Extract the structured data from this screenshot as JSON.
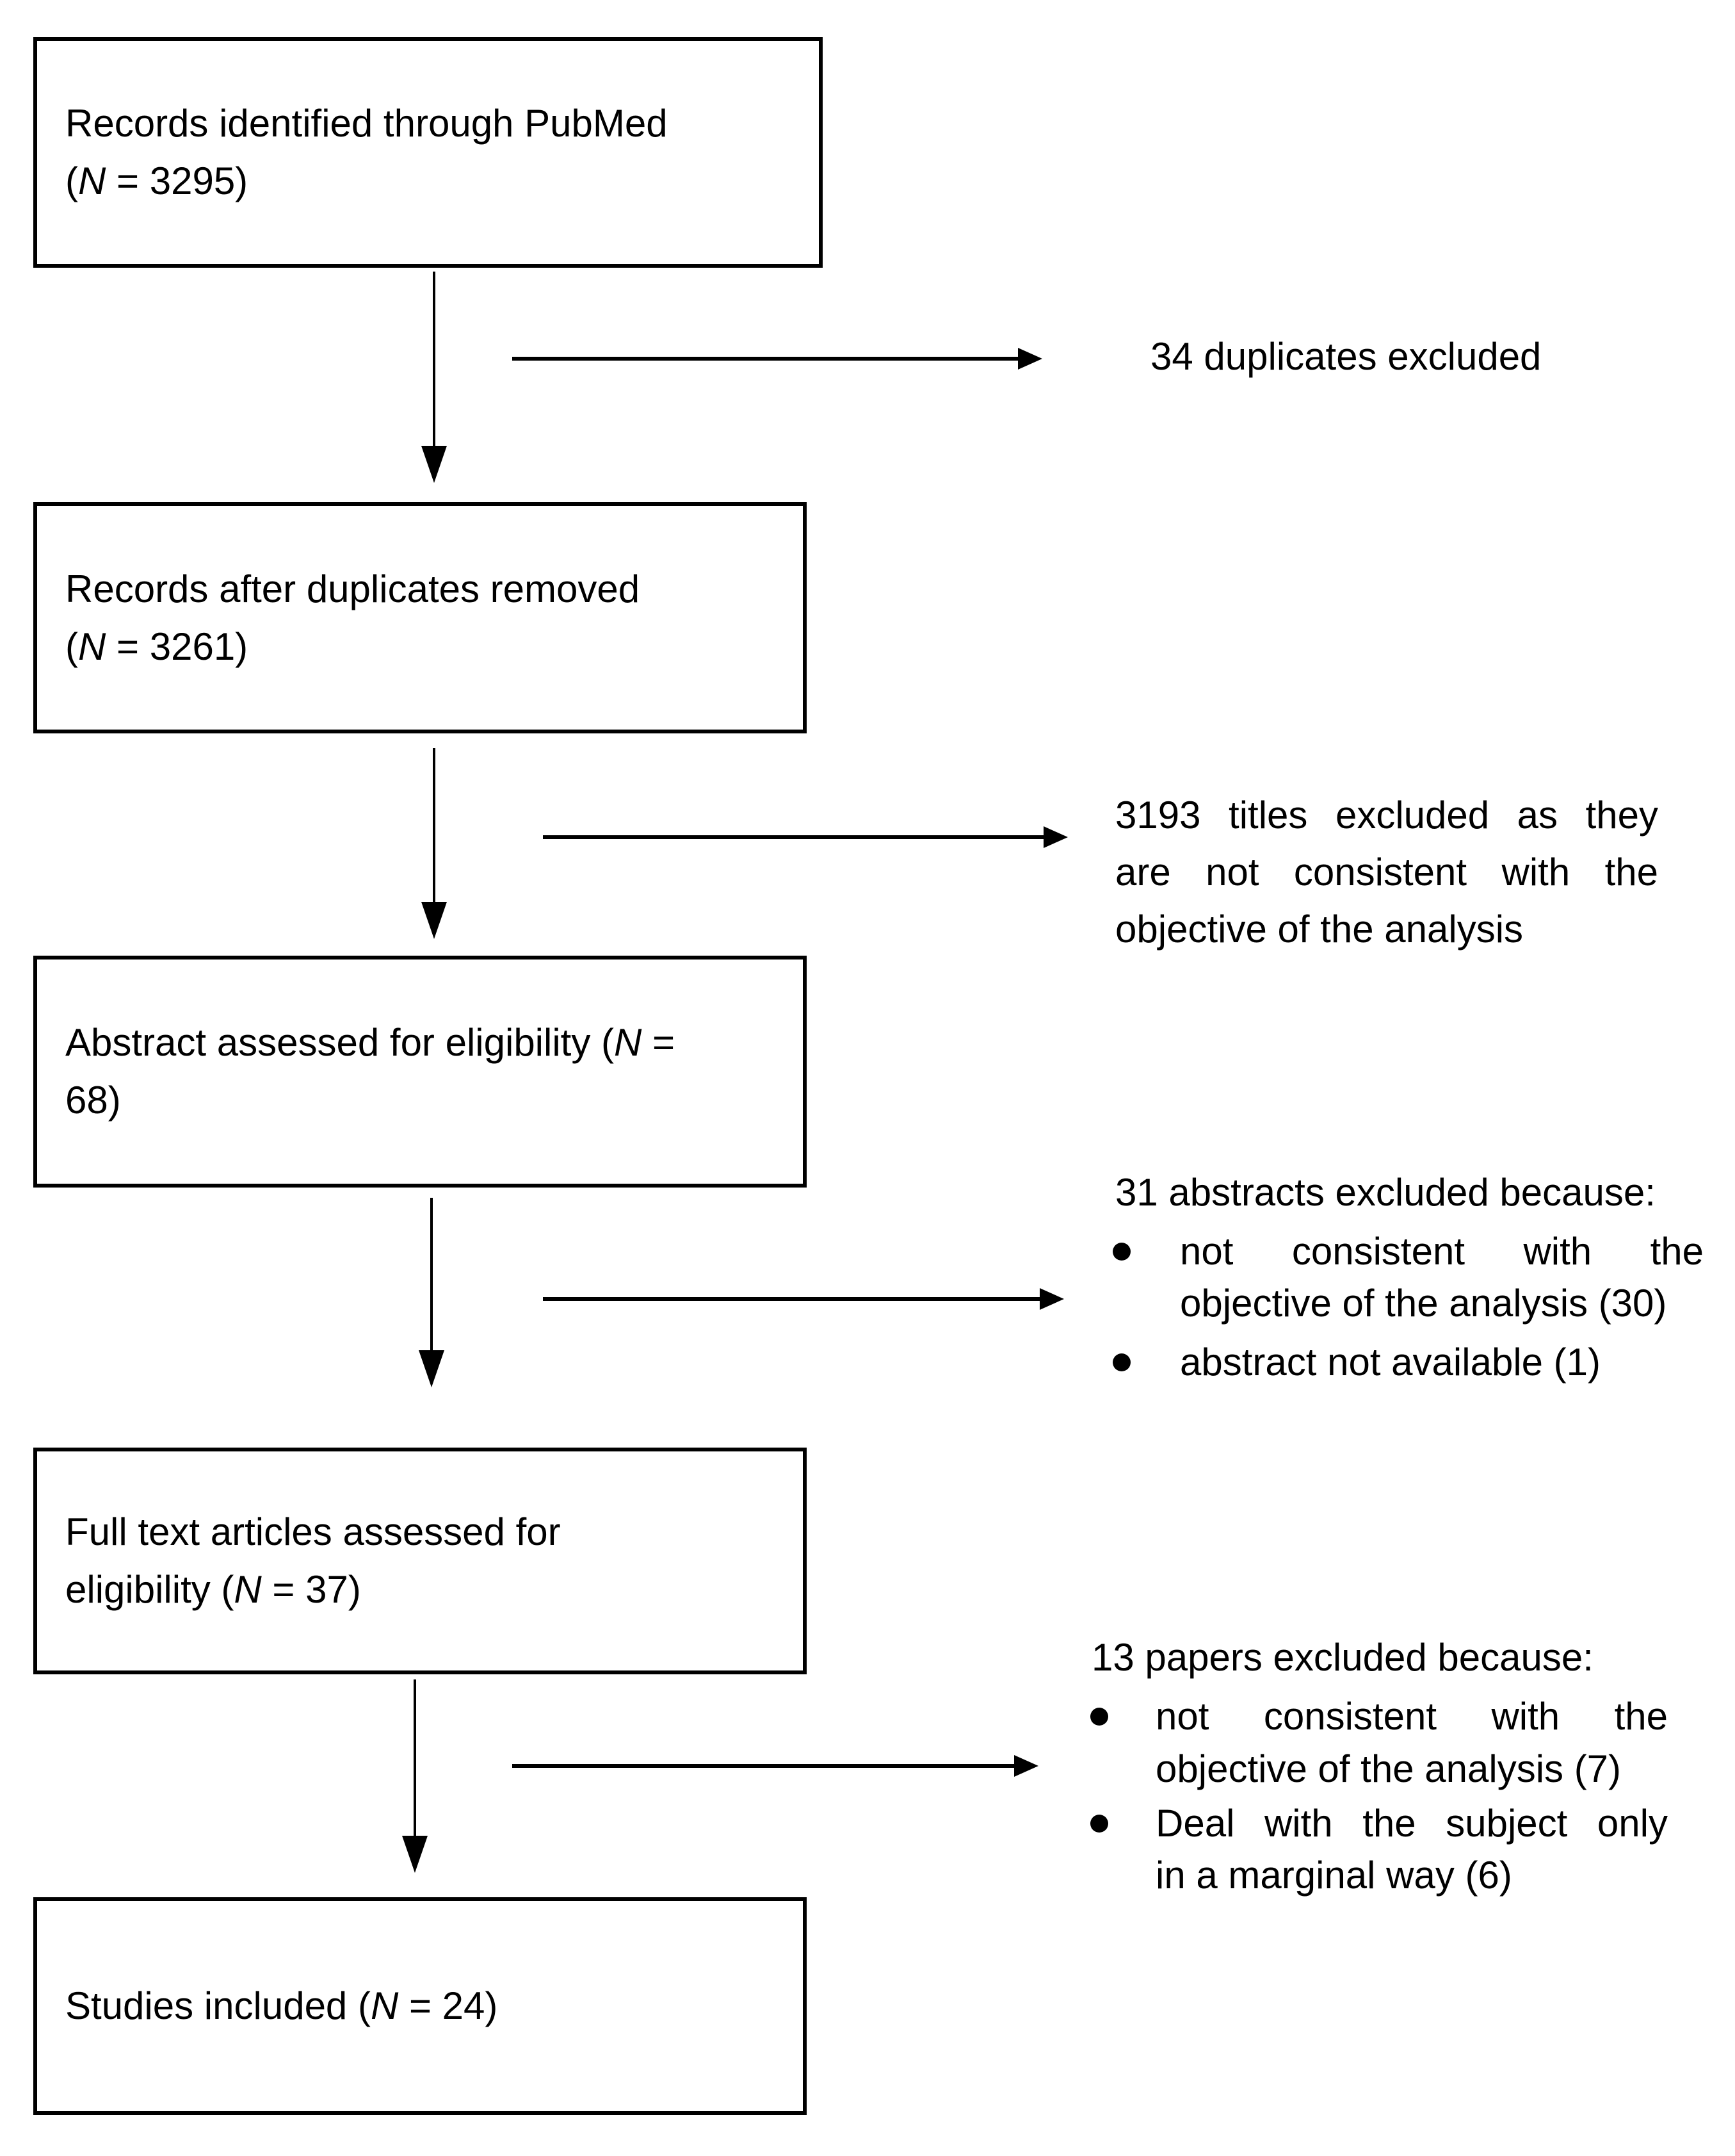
{
  "title": "PRISMA-style study selection flow diagram",
  "colors": {
    "ink": "#000000",
    "background": "#ffffff"
  },
  "boxes": [
    {
      "name": "records-identified",
      "lines": [
        [
          {
            "text": "Records identified through PubMed"
          }
        ],
        [
          {
            "text": "("
          },
          {
            "text": "N",
            "italic": true
          },
          {
            "text": " = 3295)"
          }
        ]
      ]
    },
    {
      "name": "records-after-duplicates",
      "lines": [
        [
          {
            "text": "Records after duplicates removed"
          }
        ],
        [
          {
            "text": "("
          },
          {
            "text": "N",
            "italic": true
          },
          {
            "text": " = 3261)"
          }
        ]
      ]
    },
    {
      "name": "abstract-assessed",
      "lines": [
        [
          {
            "text": "Abstract assessed for eligibility ("
          },
          {
            "text": "N",
            "italic": true
          },
          {
            "text": " ="
          }
        ],
        [
          {
            "text": "68)"
          }
        ]
      ]
    },
    {
      "name": "full-text-assessed",
      "lines": [
        [
          {
            "text": "Full text articles assessed for"
          }
        ],
        [
          {
            "text": "eligibility ("
          },
          {
            "text": "N",
            "italic": true
          },
          {
            "text": " = 37)"
          }
        ]
      ]
    },
    {
      "name": "studies-included",
      "lines": [
        [
          {
            "text": "Studies included ("
          },
          {
            "text": "N",
            "italic": true
          },
          {
            "text": " = 24)"
          }
        ]
      ]
    }
  ],
  "side_notes": {
    "duplicates": {
      "text": "34 duplicates excluded"
    },
    "titles": {
      "lines": [
        "3193 titles excluded as they",
        "are not consistent with the",
        "objective of the analysis"
      ]
    },
    "abstracts": {
      "heading": "31 abstracts excluded because:",
      "bullet1_line1": "not consistent with the",
      "bullet1_line2": "objective of the analysis (30)",
      "bullet2_line1": "abstract not available (1)"
    },
    "papers": {
      "heading": "13 papers excluded because:",
      "bullet1_line1": "not consistent with the",
      "bullet1_line2": "objective of the analysis (7)",
      "bullet2_line1": "Deal with the subject only",
      "bullet2_line2": "in a marginal way (6)"
    }
  }
}
